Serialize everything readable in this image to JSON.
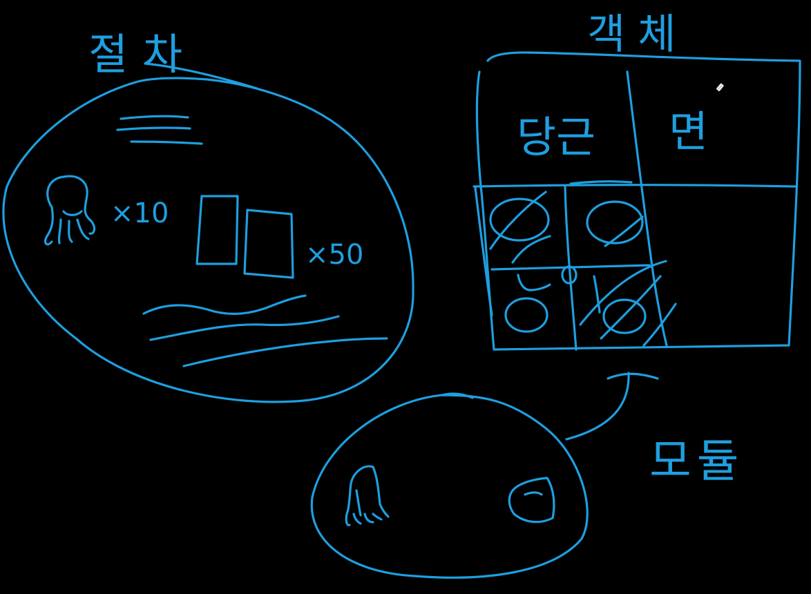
{
  "colors": {
    "background": "#000000",
    "ink": "#1e9fe0"
  },
  "labels": {
    "procedural": "절차",
    "object": "객체",
    "module": "모듈",
    "carrot": "당근",
    "noodle": "면",
    "multiplier_a": "×10",
    "multiplier_b": "×50"
  },
  "icons": {
    "left_blob_figure": "squid-icon",
    "bottom_blob_left": "rocket-icon",
    "bottom_blob_right": "bowl-icon",
    "pen_cursor": "pen-cursor-icon"
  }
}
